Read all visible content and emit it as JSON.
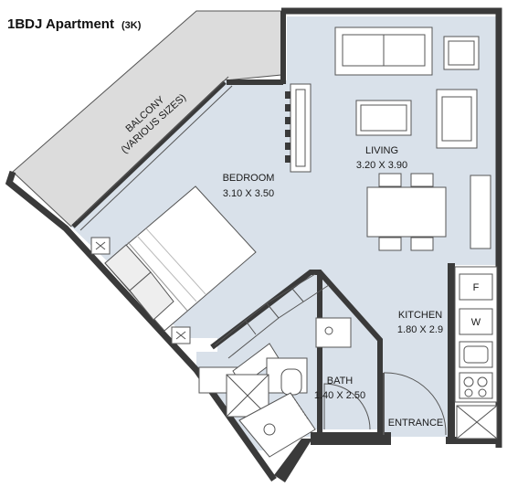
{
  "title": {
    "main": "1BDJ Apartment",
    "code": "(3K)"
  },
  "rooms": {
    "balcony": {
      "name": "BALCONY",
      "size": "(VARIOUS SIZES)"
    },
    "bedroom": {
      "name": "BEDROOM",
      "size": "3.10 X 3.50"
    },
    "living": {
      "name": "LIVING",
      "size": "3.20 X 3.90"
    },
    "kitchen": {
      "name": "KITCHEN",
      "size": "1.80 X 2.9"
    },
    "bath": {
      "name": "BATH",
      "size": "1.40 X 2.50"
    },
    "entrance": {
      "name": "ENTRANCE"
    }
  },
  "appliances": {
    "fridge": "F",
    "washer": "W"
  },
  "colors": {
    "floor": "#d9e1ea",
    "balcony": "#dcdcdc",
    "wall": "#3a3a3a",
    "line": "#555555"
  }
}
